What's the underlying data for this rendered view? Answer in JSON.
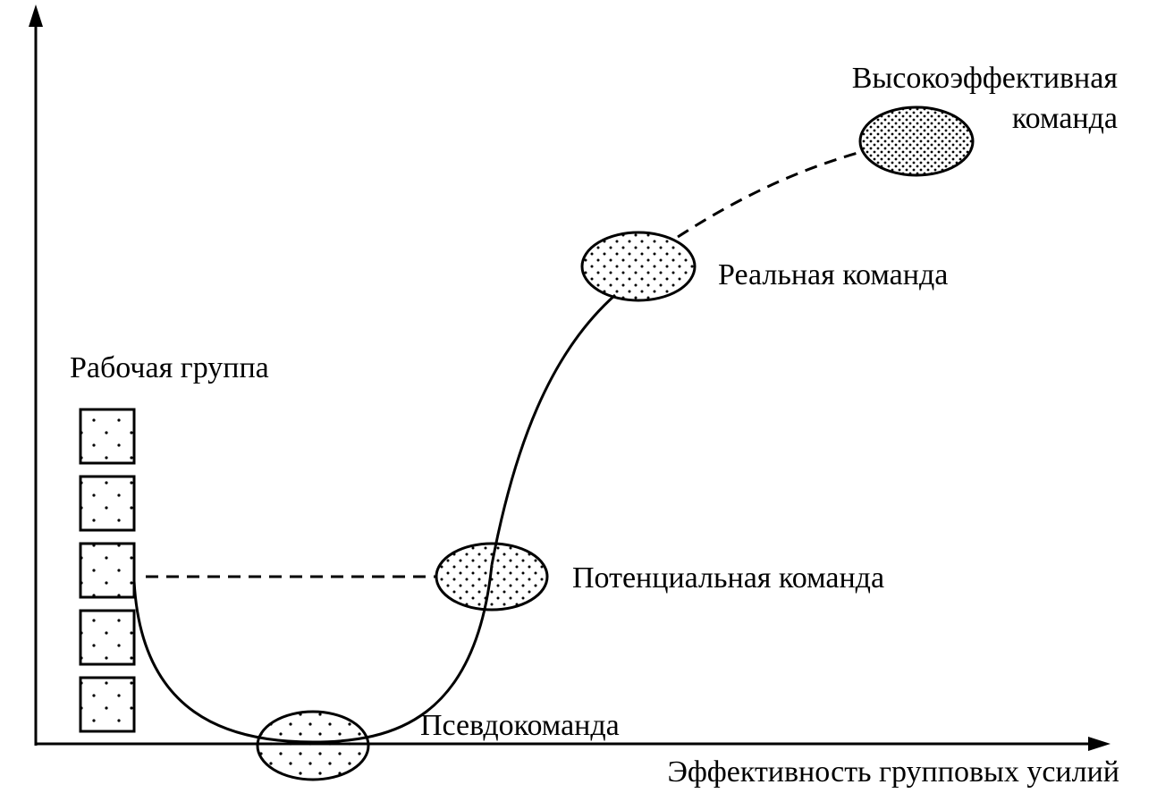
{
  "labels": {
    "x_axis": "Эффективность групповых усилий",
    "working_group": "Рабочая группа",
    "pseudo_team": "Псевдокоманда",
    "potential_team": "Потенциальная команда",
    "real_team": "Реальная команда",
    "high_performance_line1": "Высокоэффективная",
    "high_performance_line2": "команда"
  },
  "stages": [
    "Рабочая группа",
    "Псевдокоманда",
    "Потенциальная команда",
    "Реальная команда",
    "Высокоэффективная команда"
  ],
  "working_group_members": 5,
  "colors": {
    "ink": "#000000",
    "background": "#ffffff"
  }
}
